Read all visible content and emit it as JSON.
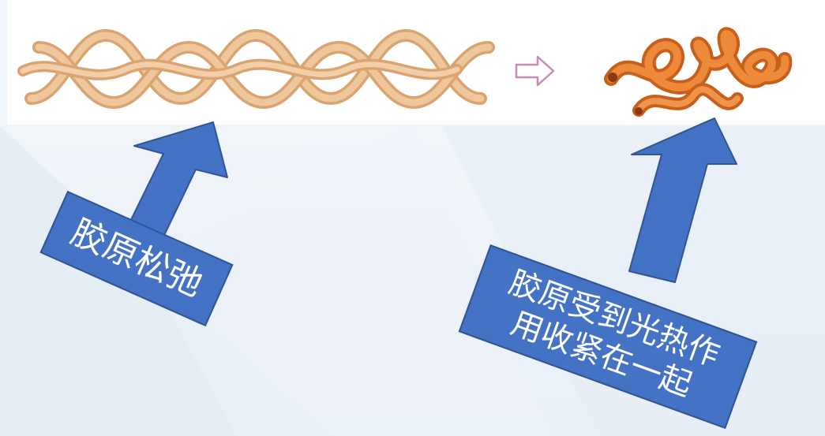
{
  "callouts": {
    "relaxed": "胶原松弛",
    "contracted_line1": "胶原受到光热作",
    "contracted_line2": "用收紧在一起"
  },
  "colors": {
    "callout_fill": "#4472c4",
    "callout_border": "#2f5597",
    "relaxed_collagen": "#e8b98a",
    "contracted_collagen": "#e07a2a",
    "transition_arrow": "#c98bb6"
  },
  "icons": {
    "transition": "hollow-right-arrow",
    "pointer": "up-arrow"
  }
}
